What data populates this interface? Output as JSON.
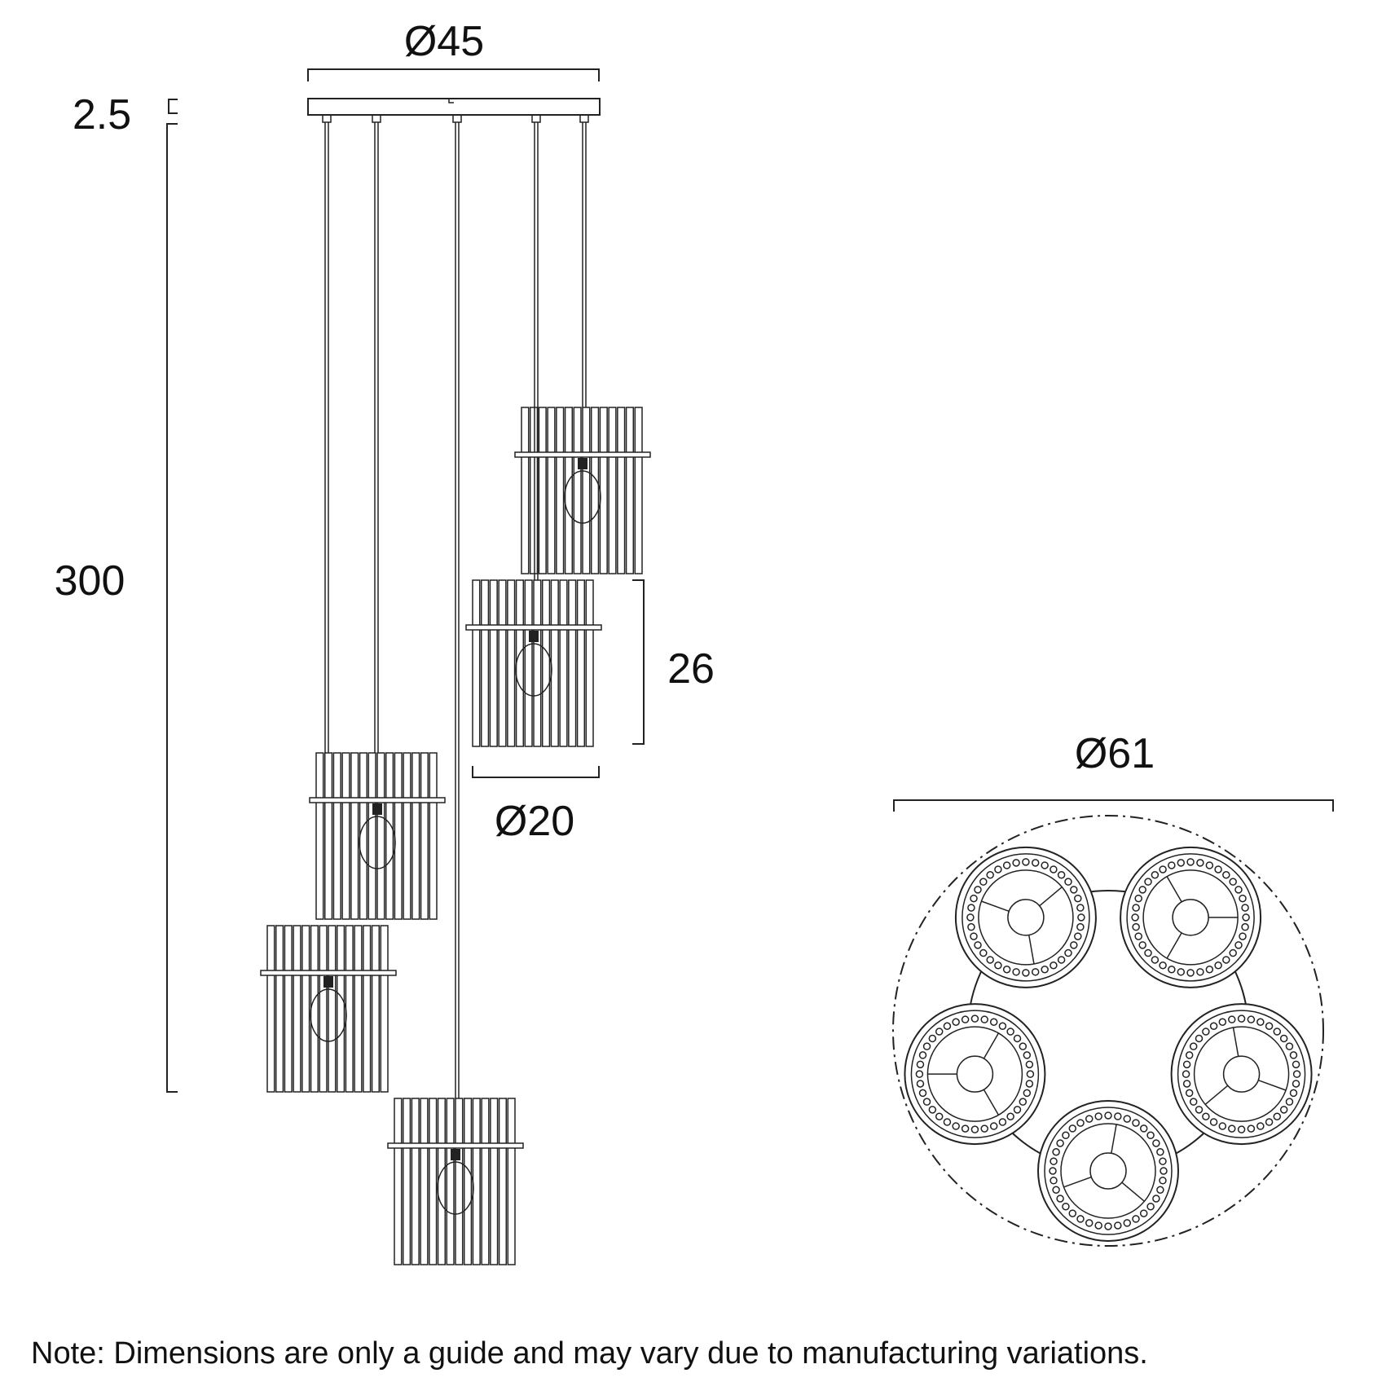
{
  "dimensions": {
    "canopy_diameter": "Ø45",
    "canopy_height": "2.5",
    "drop_height": "300",
    "shade_height": "26",
    "shade_diameter": "Ø20",
    "plan_diameter": "Ø61"
  },
  "note": "Note: Dimensions are only a guide and may vary due to manufacturing variations."
}
